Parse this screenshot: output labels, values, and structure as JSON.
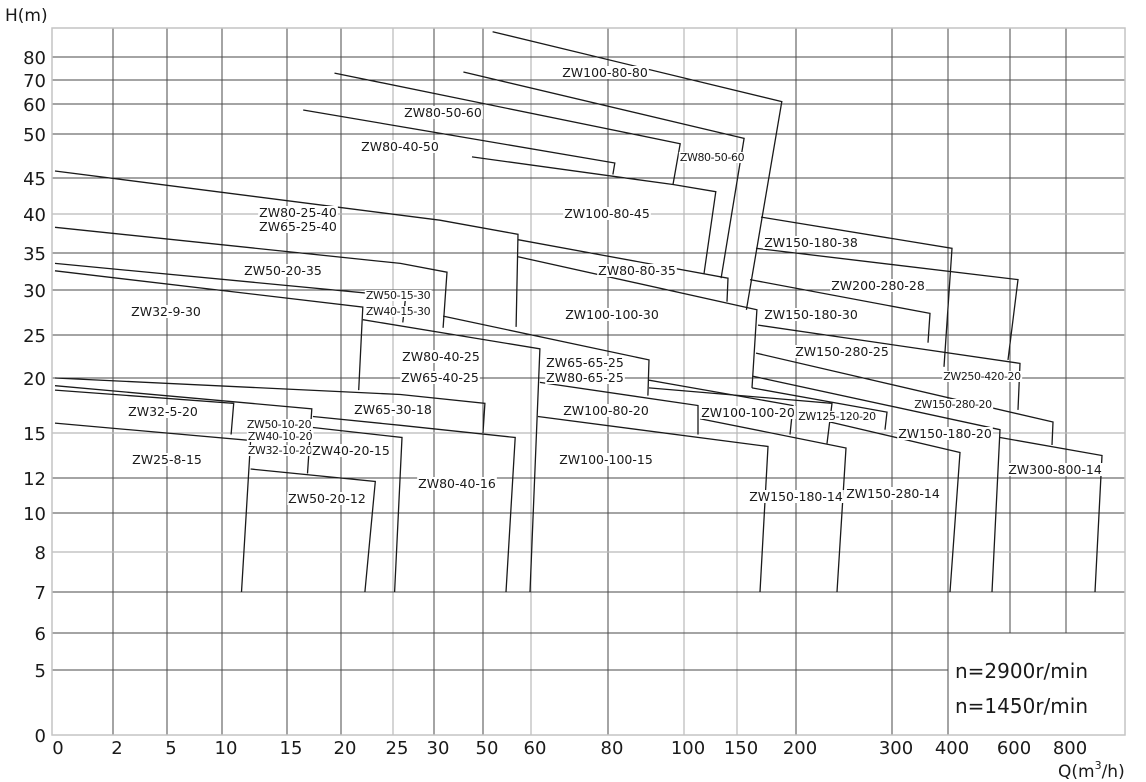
{
  "chart_data": {
    "type": "line",
    "title": "",
    "ylabel": "H(m)",
    "xlabel_main": "Q(m",
    "xlabel_sup": "3",
    "xlabel_tail": "/h)",
    "grid": true,
    "x_ticks": [
      0,
      2,
      5,
      10,
      15,
      20,
      25,
      30,
      50,
      60,
      80,
      100,
      150,
      200,
      300,
      400,
      600,
      800
    ],
    "y_ticks": [
      80,
      70,
      60,
      50,
      45,
      40,
      35,
      30,
      25,
      20,
      15,
      12,
      10,
      8,
      7,
      6,
      5,
      0
    ],
    "legend": [
      "n=2900r/min",
      "n=1450r/min"
    ],
    "legend_placement": "bottom-right",
    "curves": [
      {
        "points": [
          [
            52,
            91
          ],
          [
            188,
            61
          ],
          [
            158,
            27.8
          ]
        ]
      },
      {
        "points": [
          [
            42,
            73.5
          ],
          [
            156,
            49.5
          ],
          [
            135,
            31.6
          ]
        ]
      },
      {
        "points": [
          [
            19.4,
            73
          ],
          [
            99,
            48.9
          ],
          [
            97.1,
            44.1
          ]
        ]
      },
      {
        "points": [
          [
            16.5,
            58
          ],
          [
            81.8,
            46.7
          ],
          [
            81.3,
            45.4
          ]
        ]
      },
      {
        "points": [
          [
            45.5,
            47.4
          ],
          [
            97.1,
            44.1
          ],
          [
            130,
            43.1
          ],
          [
            118.9,
            32.2
          ]
        ]
      },
      {
        "points": [
          [
            0.1,
            45.8
          ],
          [
            32.4,
            39.2
          ],
          [
            57.3,
            37.4
          ],
          [
            56.9,
            25.9
          ]
        ]
      },
      {
        "points": [
          [
            57.3,
            36.7
          ],
          [
            141.5,
            31.6
          ],
          [
            140.6,
            28.7
          ]
        ]
      },
      {
        "points": [
          [
            57.3,
            34.5
          ],
          [
            166.9,
            27.8
          ],
          [
            162.7,
            19.1
          ]
        ]
      },
      {
        "points": [
          [
            170.3,
            39.6
          ],
          [
            412.9,
            35.6
          ],
          [
            392.9,
            21.3
          ]
        ]
      },
      {
        "points": [
          [
            166.1,
            35.6
          ],
          [
            628.6,
            31.4
          ],
          [
            593.5,
            22.1
          ]
        ]
      },
      {
        "points": [
          [
            161,
            31.4
          ],
          [
            367.9,
            27.4
          ],
          [
            364.3,
            24.1
          ]
        ]
      },
      {
        "points": [
          [
            167.8,
            26.1
          ],
          [
            635.7,
            21.7
          ],
          [
            628.6,
            17.1
          ]
        ]
      },
      {
        "points": [
          [
            166.1,
            22.9
          ],
          [
            753.6,
            16
          ],
          [
            750,
            14.2
          ]
        ]
      },
      {
        "points": [
          [
            163.6,
            20.2
          ],
          [
            567.7,
            15.3
          ],
          [
            541.9,
            7
          ]
        ]
      },
      {
        "points": [
          [
            567.7,
            14.7
          ],
          [
            928.6,
            13.5
          ],
          [
            903.6,
            7
          ]
        ]
      },
      {
        "points": [
          [
            235.4,
            16
          ],
          [
            438.7,
            13.7
          ],
          [
            406.5,
            7
          ]
        ]
      },
      {
        "points": [
          [
            162.7,
            19.1
          ],
          [
            294.8,
            16.9
          ],
          [
            292.7,
            15.3
          ]
        ]
      },
      {
        "points": [
          [
            90.8,
            19.8
          ],
          [
            197.5,
            17.5
          ],
          [
            194.9,
            14.9
          ]
        ]
      },
      {
        "points": [
          [
            90.8,
            19.1
          ],
          [
            237.5,
            17.7
          ],
          [
            232.3,
            14.3
          ]
        ]
      },
      {
        "points": [
          [
            33.7,
            27.1
          ],
          [
            90.8,
            22.1
          ],
          [
            90.5,
            18.4
          ]
        ]
      },
      {
        "points": [
          [
            22.1,
            26.7
          ],
          [
            62.3,
            23.4
          ],
          [
            59.8,
            7
          ]
        ]
      },
      {
        "points": [
          [
            62.3,
            19.6
          ],
          [
            113.2,
            17.5
          ],
          [
            113.2,
            14.9
          ]
        ]
      },
      {
        "points": [
          [
            61.8,
            16.5
          ],
          [
            176.3,
            14.1
          ],
          [
            169.5,
            7
          ]
        ]
      },
      {
        "points": [
          [
            115.1,
            16.3
          ],
          [
            252.1,
            14
          ],
          [
            242.7,
            7
          ]
        ]
      },
      {
        "points": [
          [
            0.1,
            38.3
          ],
          [
            25.9,
            33.6
          ],
          [
            35.3,
            32.4
          ],
          [
            33.7,
            25.8
          ]
        ]
      },
      {
        "points": [
          [
            0.1,
            33.6
          ],
          [
            25.9,
            29.3
          ],
          [
            26.5,
            28.9
          ],
          [
            26.2,
            26.4
          ]
        ]
      },
      {
        "points": [
          [
            0.1,
            32.6
          ],
          [
            22.1,
            28.1
          ],
          [
            21.7,
            18.9
          ]
        ]
      },
      {
        "points": [
          [
            0.1,
            20
          ],
          [
            25.9,
            18.5
          ],
          [
            50.4,
            17.7
          ],
          [
            50,
            15
          ]
        ]
      },
      {
        "points": [
          [
            0.1,
            18.9
          ],
          [
            10.9,
            17.7
          ],
          [
            10.7,
            14.9
          ]
        ]
      },
      {
        "points": [
          [
            0.1,
            19.3
          ],
          [
            17.3,
            17.2
          ],
          [
            16.9,
            12.3
          ]
        ]
      },
      {
        "points": [
          [
            17.4,
            16.5
          ],
          [
            25.9,
            15.7
          ],
          [
            56.7,
            14.7
          ],
          [
            54.8,
            7
          ]
        ]
      },
      {
        "points": [
          [
            17.4,
            15.5
          ],
          [
            26.1,
            14.7
          ],
          [
            25.2,
            7
          ]
        ]
      },
      {
        "points": [
          [
            0.1,
            15.9
          ],
          [
            12.2,
            14.5
          ],
          [
            11.5,
            7
          ]
        ]
      },
      {
        "points": [
          [
            12.2,
            12.6
          ],
          [
            23.3,
            11.8
          ],
          [
            22.3,
            7
          ]
        ]
      }
    ],
    "annotations": [
      "ZW100-80-80",
      "ZW80-50-60",
      "ZW80-40-50",
      "ZW80-50-60",
      "ZW100-80-45",
      "ZW80-25-40",
      "ZW65-25-40",
      "ZW50-20-35",
      "ZW32-9-30",
      "ZW50-15-30",
      "ZW40-15-30",
      "ZW80-80-35",
      "ZW100-100-30",
      "ZW150-180-38",
      "ZW200-280-28",
      "ZW150-180-30",
      "ZW150-280-25",
      "ZW250-420-20",
      "ZW150-280-20",
      "ZW150-180-20",
      "ZW300-800-14",
      "ZW80-40-25",
      "ZW65-40-25",
      "ZW65-65-25",
      "ZW80-65-25",
      "ZW65-30-18",
      "ZW100-80-20",
      "ZW100-100-20",
      "ZW125-120-20",
      "ZW32-5-20",
      "ZW50-10-20",
      "ZW40-10-20",
      "ZW32-10-20",
      "ZW40-20-15",
      "ZW25-8-15",
      "ZW50-20-12",
      "ZW80-40-16",
      "ZW100-100-15",
      "ZW150-180-14",
      "ZW150-280-14"
    ]
  }
}
